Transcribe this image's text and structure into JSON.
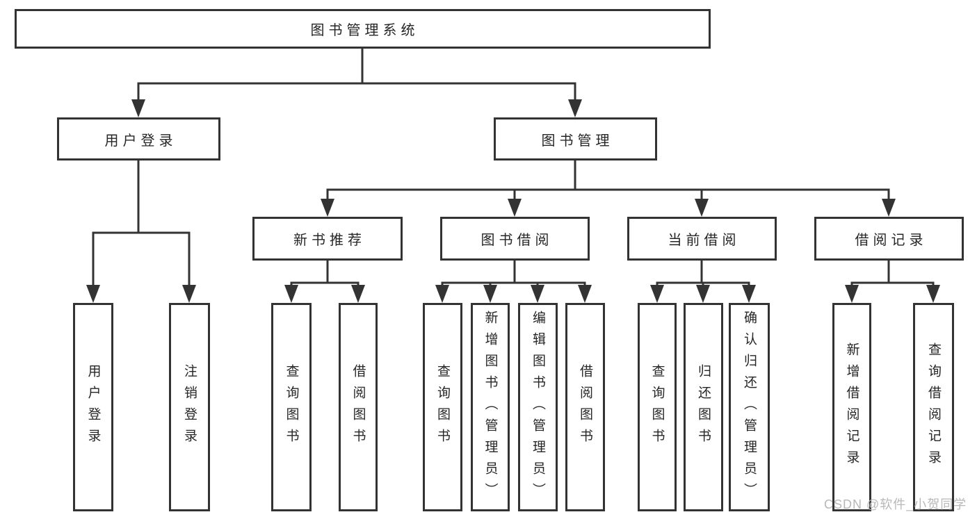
{
  "tree": {
    "label": "图书管理系统",
    "children": [
      {
        "label": "用户登录",
        "children": [
          {
            "label": "用户登录"
          },
          {
            "label": "注销登录"
          }
        ]
      },
      {
        "label": "图书管理",
        "children": [
          {
            "label": "新书推荐",
            "children": [
              {
                "label": "查询图书"
              },
              {
                "label": "借阅图书"
              }
            ]
          },
          {
            "label": "图书借阅",
            "children": [
              {
                "label": "查询图书"
              },
              {
                "label": "新增图书（管理员）"
              },
              {
                "label": "编辑图书（管理员）"
              },
              {
                "label": "借阅图书"
              }
            ]
          },
          {
            "label": "当前借阅",
            "children": [
              {
                "label": "查询图书"
              },
              {
                "label": "归还图书"
              },
              {
                "label": "确认归还（管理员）"
              }
            ]
          },
          {
            "label": "借阅记录",
            "children": [
              {
                "label": "新增借阅记录"
              },
              {
                "label": "查询借阅记录"
              }
            ]
          }
        ]
      }
    ]
  },
  "watermark": "CSDN @软件_小贺同学",
  "colors": {
    "line": "#333333",
    "text": "#262626",
    "watermark": "#b8b8b8",
    "background": "#ffffff"
  }
}
